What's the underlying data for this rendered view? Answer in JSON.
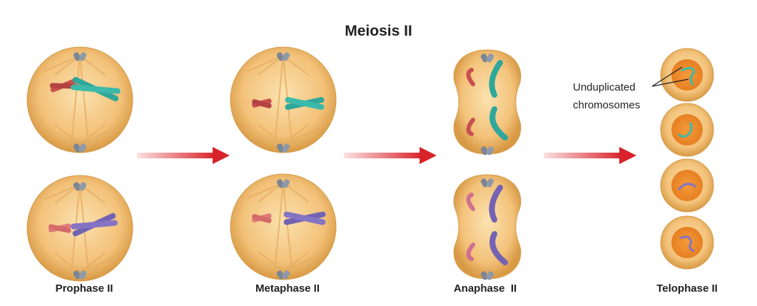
{
  "title": "Meiosis II",
  "stages": [
    {
      "label": "Prophase II"
    },
    {
      "label": "Metaphase II"
    },
    {
      "label": "Anaphase  II"
    },
    {
      "label": "Telophase II"
    }
  ],
  "annotation": {
    "line1": "Unduplicated",
    "line2": "chromosomes"
  },
  "colors": {
    "cell": "#f3c36f",
    "cell_edge": "#d9a04a",
    "arrow": "#d8232a",
    "chrom_red": "#c8504f",
    "chrom_teal": "#2fa79b",
    "chrom_purple": "#7463b3",
    "nucleus": "#ec8a2c"
  }
}
